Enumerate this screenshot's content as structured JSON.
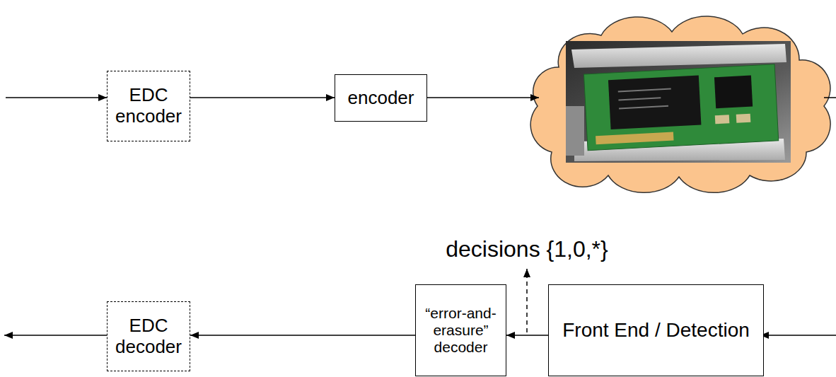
{
  "diagram": {
    "nodes": [
      {
        "text": [
          "EDC encoder"
        ]
      },
      {
        "text": [
          "encoder"
        ]
      },
      {
        "text": [
          "EDC decoder"
        ]
      },
      {
        "text": [
          "“error-and- erasure” decoder"
        ]
      },
      {
        "text": [
          "Front End / Detection"
        ]
      }
    ],
    "edges": [
      {
        "from": 0,
        "to": 1,
        "arrow": "to"
      },
      {
        "from": 4,
        "to": 3,
        "arrow": "to"
      },
      {
        "from": 3,
        "to": 2,
        "arrow": "to"
      }
    ],
    "labels": [
      "decisions {1,0,*}"
    ]
  }
}
